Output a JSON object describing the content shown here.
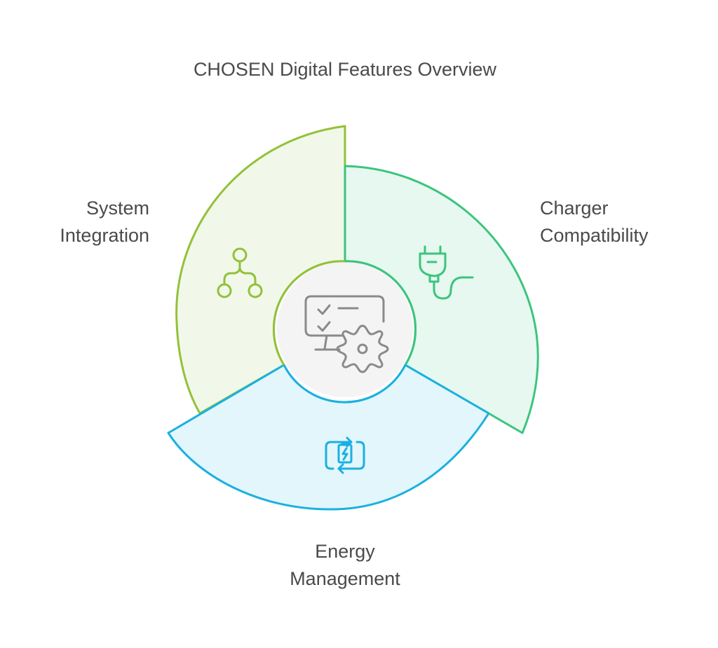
{
  "title": "CHOSEN Digital Features Overview",
  "center": {
    "icon": "monitor-checklist-gear-icon",
    "color": "#8a8a8a"
  },
  "segments": [
    {
      "id": "system-integration",
      "line1": "System",
      "line2": "Integration",
      "icon": "hierarchy-nodes-icon",
      "stroke": "#93c13a",
      "fill": "#f1f8e9"
    },
    {
      "id": "charger-compatibility",
      "line1": "Charger",
      "line2": "Compatibility",
      "icon": "plug-icon",
      "stroke": "#3cc47e",
      "fill": "#e6f8ef"
    },
    {
      "id": "energy-management",
      "line1": "Energy",
      "line2": "Management",
      "icon": "battery-cycle-icon",
      "stroke": "#1bb0e0",
      "fill": "#e2f6fc"
    }
  ]
}
